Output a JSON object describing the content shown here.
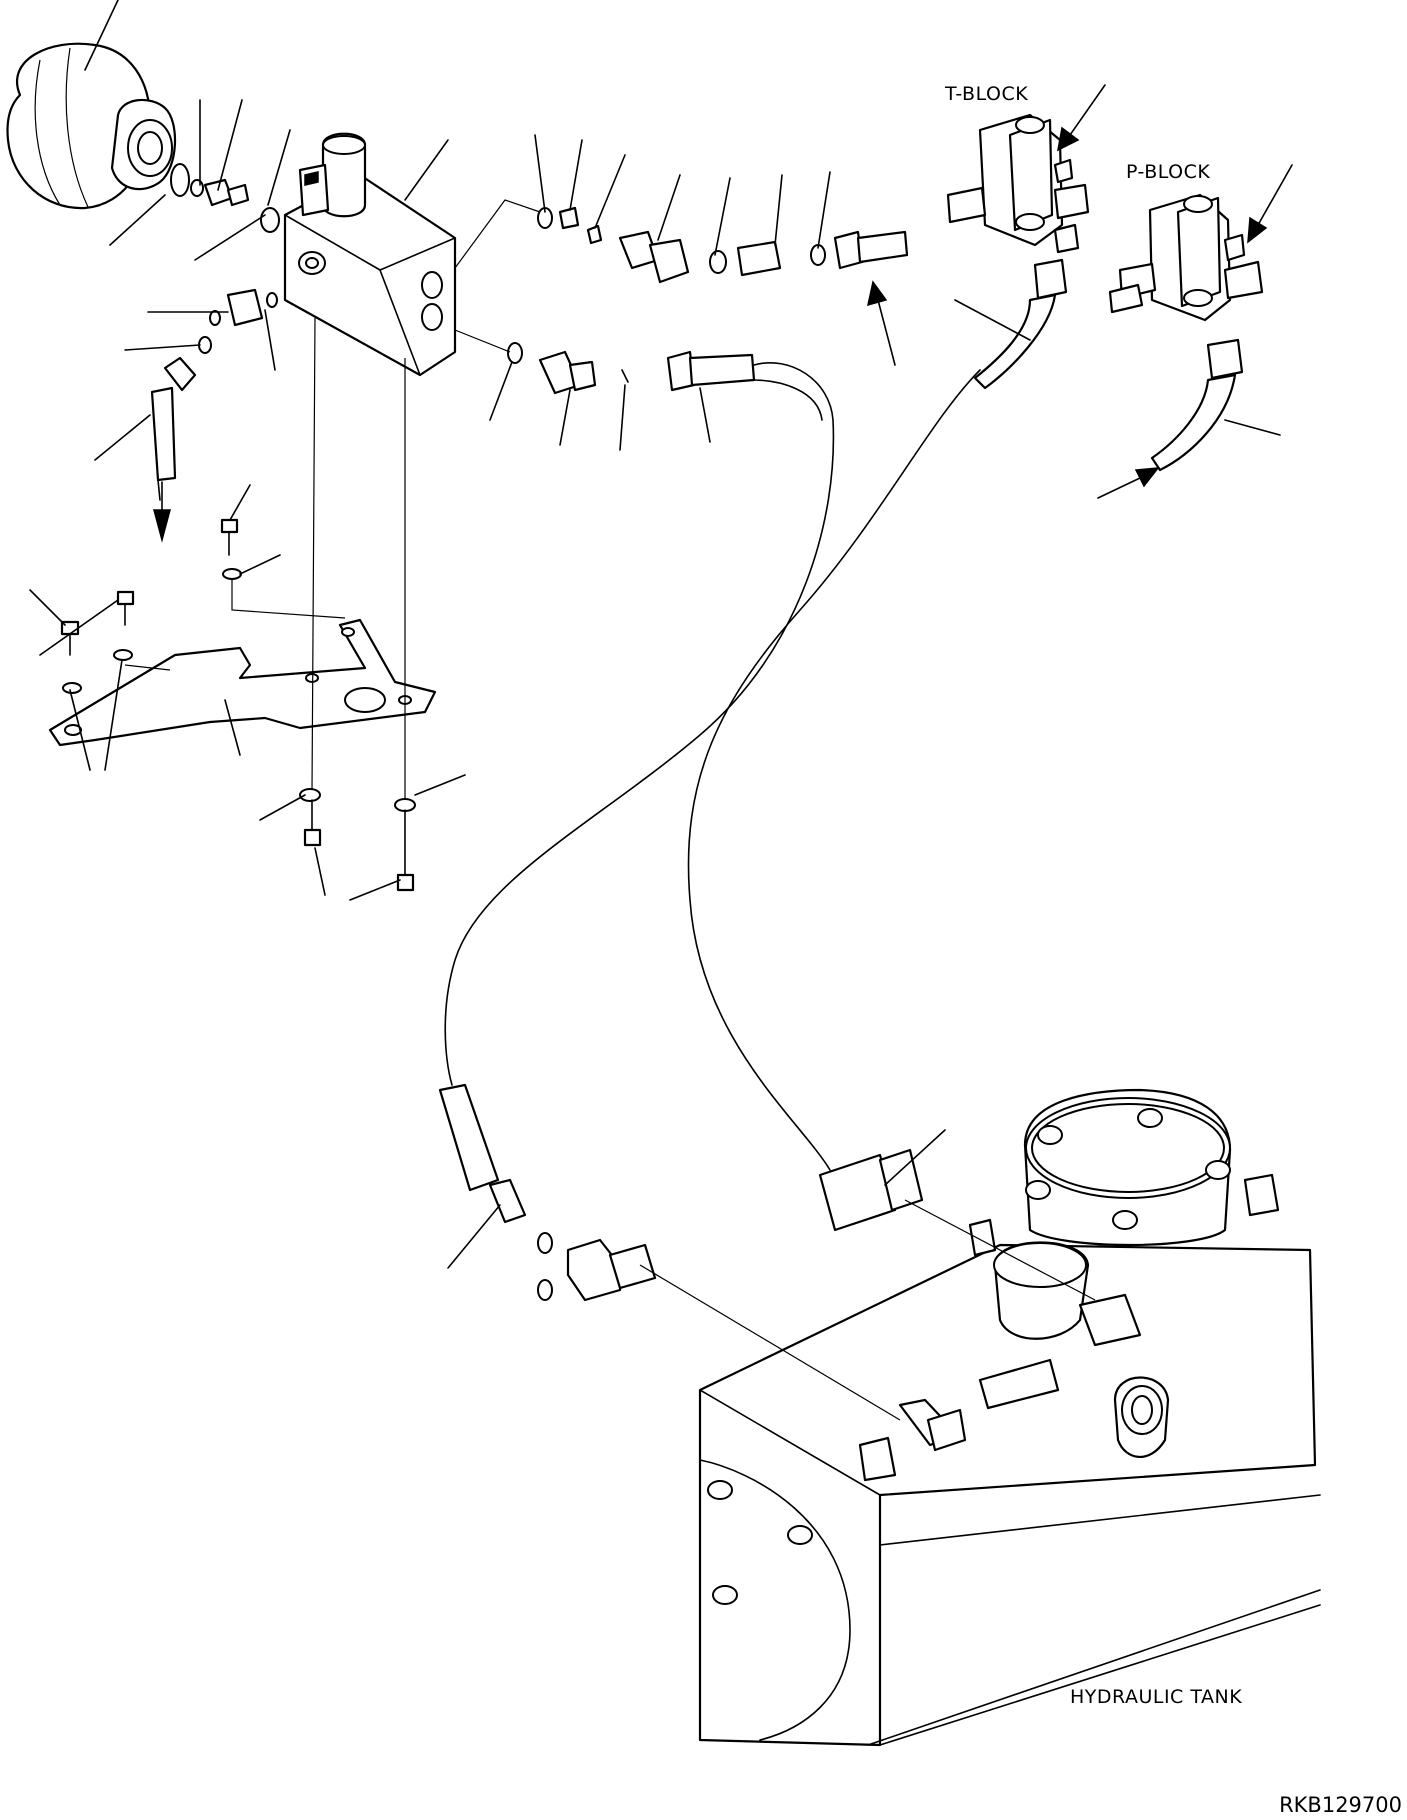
{
  "labels": {
    "t_block": "T-BLOCK",
    "p_block": "P-BLOCK",
    "hydraulic_tank": "HYDRAULIC TANK"
  },
  "drawing_code": "RKB129700"
}
